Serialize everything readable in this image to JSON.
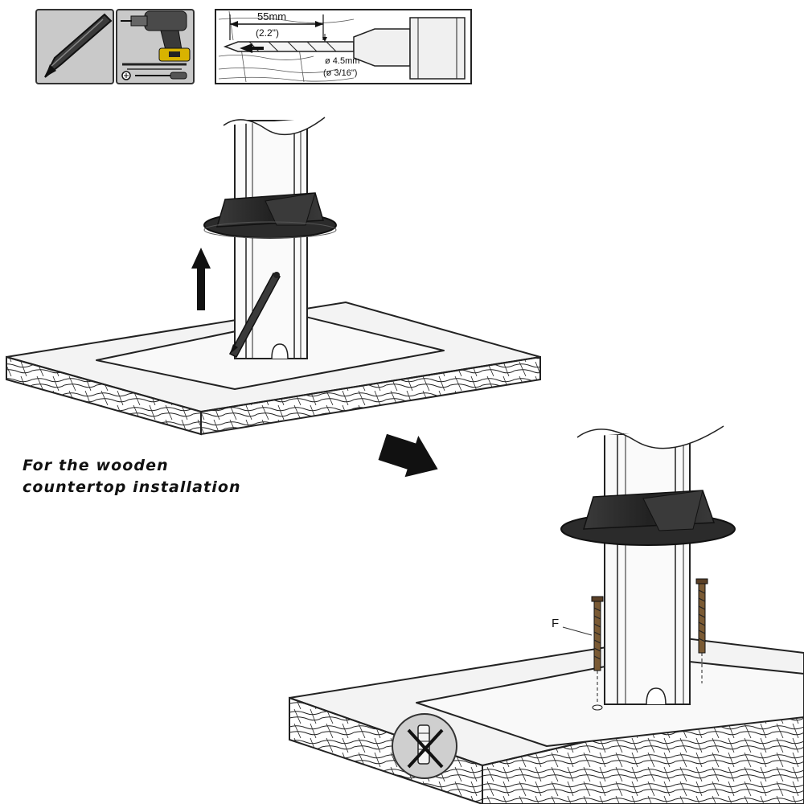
{
  "instruction": {
    "line1": "For the wooden",
    "line2": "countertop installation"
  },
  "drill_spec": {
    "depth_metric": "55mm",
    "depth_imperial": "(2.2\")",
    "diameter_metric": "ø 4.5mm",
    "diameter_imperial": "(ø 3/16\")"
  },
  "part_label": "F",
  "tools": [
    "pencil-icon",
    "power-drill-icon",
    "drill-bit-icon",
    "screwdriver-icon"
  ],
  "colors": {
    "line": "#1a1a1a",
    "collar": "#2f2f2f",
    "screw": "#7a5a34",
    "panel_bg": "#c9c9c9",
    "board_edge": "#efefef"
  }
}
